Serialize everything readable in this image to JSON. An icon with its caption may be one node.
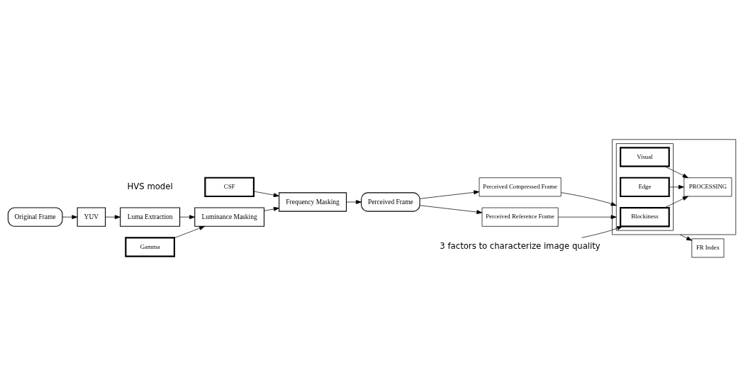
{
  "diagram": {
    "nodes": [
      {
        "text": [
          "Gamma"
        ]
      },
      {
        "text": [
          "CSF"
        ]
      },
      {
        "text": [
          "Original Frame"
        ]
      },
      {
        "text": [
          "YUV"
        ]
      },
      {
        "text": [
          "Luma Extraction"
        ]
      },
      {
        "text": [
          "Luminance Masking"
        ]
      },
      {
        "text": [
          "Frequency Masking"
        ]
      },
      {
        "text": [
          "Perceived Frame"
        ]
      },
      {
        "text": [
          "Perceived Reference Frame"
        ]
      },
      {
        "text": [
          "Perceived Compressed Frame"
        ]
      },
      {
        "text": [],
        "shape": "box"
      },
      {
        "text": [],
        "shape": "box",
        "in": 10
      },
      {
        "text": [
          "Blockiness"
        ],
        "in": 11
      },
      {
        "text": [
          "Edge"
        ],
        "in": 11
      },
      {
        "text": [
          "Visual"
        ],
        "in": 11
      },
      {
        "text": [
          "PROCESSING"
        ],
        "in": 10
      },
      {
        "text": [
          "FR Index"
        ]
      },
      {
        "text": [
          "3 factors to characterize image quality"
        ]
      }
    ],
    "edges": [
      {
        "from": 0,
        "to": 5,
        "arrow": "to"
      },
      {
        "from": 1,
        "to": 6,
        "arrow": "to"
      },
      {
        "from": 2,
        "to": 3,
        "arrow": "to"
      },
      {
        "from": 3,
        "to": 4,
        "arrow": "to"
      },
      {
        "from": 4,
        "to": 5,
        "arrow": "to"
      },
      {
        "from": 5,
        "to": 6,
        "arrow": "to"
      },
      {
        "from": 6,
        "to": 7,
        "arrow": "to"
      },
      {
        "from": 7,
        "to": 8,
        "arrow": "to"
      },
      {
        "from": 7,
        "to": 9,
        "arrow": "to"
      },
      {
        "from": 8,
        "to": 11,
        "arrow": "to"
      },
      {
        "from": 9,
        "to": 11,
        "arrow": "to"
      },
      {
        "from": 12,
        "to": 15,
        "arrow": "to"
      },
      {
        "from": 13,
        "to": 15,
        "arrow": "to"
      },
      {
        "from": 14,
        "to": 15,
        "arrow": "to"
      },
      {
        "from": 10,
        "to": 16,
        "arrow": "to"
      },
      {
        "from": 17,
        "to": 12,
        "arrow": "to"
      }
    ],
    "labels": [
      "HVS model"
    ]
  }
}
